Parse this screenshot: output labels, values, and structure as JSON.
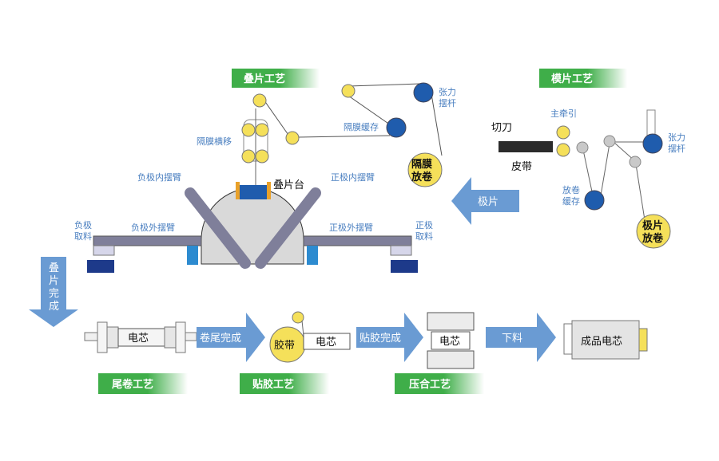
{
  "sections": {
    "stacking": "叠片工艺",
    "die_cut": "模片工艺",
    "tail_wind": "尾卷工艺",
    "tape": "贴胶工艺",
    "press": "压合工艺"
  },
  "labels": {
    "separator_traverse": "隔膜横移",
    "separator_buffer": "隔膜缓存",
    "tension_arm_1": "张力\n摆杆",
    "separator_unwind": "隔膜\n放卷",
    "stack_table": "叠片台",
    "neg_inner_arm": "负极内摆臂",
    "pos_inner_arm": "正极内摆臂",
    "neg_outer_arm": "负极外摆臂",
    "pos_outer_arm": "正极外摆臂",
    "neg_pick": "负极\n取料",
    "pos_pick": "正极\n取料",
    "cutter": "切刀",
    "belt": "皮带",
    "main_pull": "主牵引",
    "tension_arm_2": "张力\n摆杆",
    "unwind_buffer": "放卷\n缓存",
    "electrode_unwind": "极片\n放卷",
    "electrode_arrow": "极片",
    "stack_done": "叠\n片\n完\n成",
    "tail_done": "卷尾完成",
    "tape_done": "贴胶完成",
    "unload": "下料",
    "cell_1": "电芯",
    "cell_2": "电芯",
    "cell_3": "电芯",
    "tape": "胶带",
    "finished_cell": "成品电芯"
  },
  "colors": {
    "green": "#3fae49",
    "arrow_blue": "#6a9bd3",
    "roller_yellow": "#f5e05a",
    "roller_blue": "#1f5cad",
    "roller_gray": "#c9c9c9",
    "arm_gray": "#7f7f9a",
    "label_blue": "#4a7fc0",
    "navy": "#1d3a8a"
  }
}
